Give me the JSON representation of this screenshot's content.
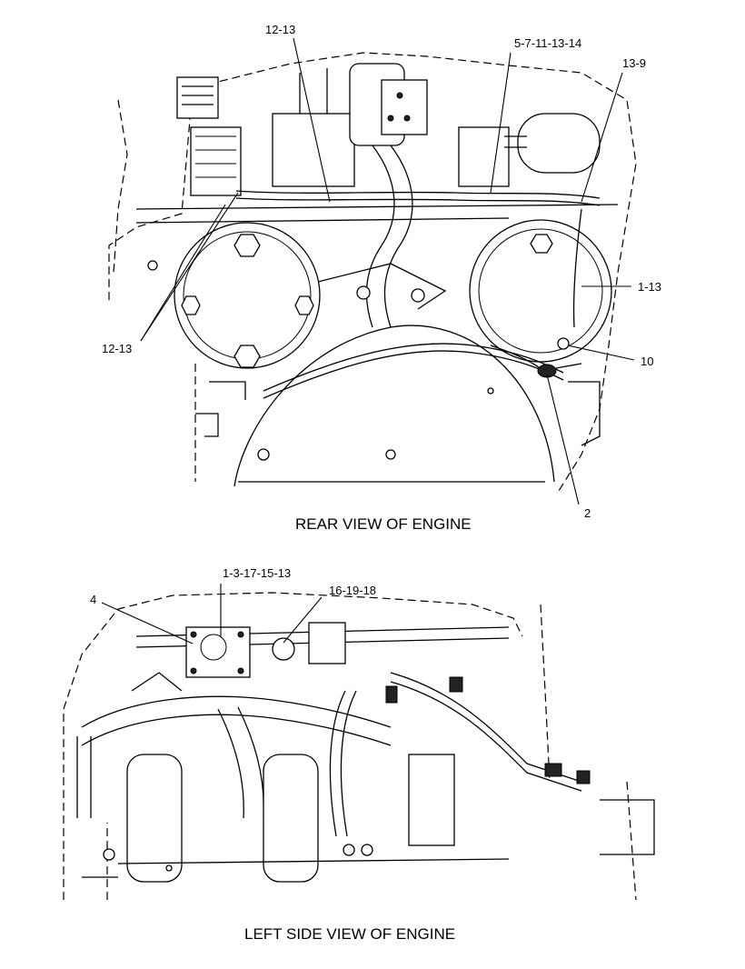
{
  "views": [
    {
      "caption": "REAR VIEW OF ENGINE",
      "callouts": [
        "12-13",
        "5-7-11-13-14",
        "13-9",
        "1-13",
        "10",
        "2",
        "12-13"
      ]
    },
    {
      "caption": "LEFT SIDE VIEW OF ENGINE",
      "callouts": [
        "1-3-17-15-13",
        "16-19-18",
        "4"
      ]
    }
  ],
  "colors": {
    "line": "#000000",
    "background": "#ffffff"
  }
}
